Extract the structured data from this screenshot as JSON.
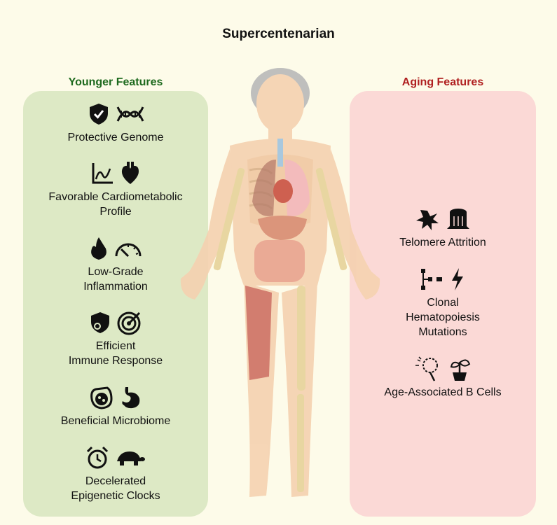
{
  "title": "Supercentenarian",
  "left_panel": {
    "heading": "Younger Features",
    "items": [
      {
        "label": "Protective Genome",
        "icons": [
          "shield-check-icon",
          "dna-icon"
        ]
      },
      {
        "label": "Favorable Cardiometabolic\nProfile",
        "icons": [
          "line-chart-icon",
          "heart-icon"
        ]
      },
      {
        "label": "Low-Grade\nInflammation",
        "icons": [
          "flame-icon",
          "gauge-icon"
        ]
      },
      {
        "label": "Efficient\nImmune Response",
        "icons": [
          "shield-virus-icon",
          "target-icon"
        ]
      },
      {
        "label": "Beneficial Microbiome",
        "icons": [
          "hand-microbe-icon",
          "stomach-icon"
        ]
      },
      {
        "label": "Decelerated\nEpigenetic Clocks",
        "icons": [
          "alarm-clock-icon",
          "turtle-icon"
        ]
      }
    ]
  },
  "right_panel": {
    "heading": "Aging Features",
    "items": [
      {
        "label": "Telomere Attrition",
        "icons": [
          "splat-icon",
          "tree-stump-icon"
        ]
      },
      {
        "label": "Clonal\nHematopoiesis\nMutations",
        "icons": [
          "hierarchy-icon",
          "lightning-icon"
        ]
      },
      {
        "label": "Age-Associated B Cells",
        "icons": [
          "dandelion-icon",
          "wilted-plant-icon"
        ]
      }
    ]
  },
  "colors": {
    "background": "#fdfbe9",
    "left_panel": "#dde9c5",
    "right_panel": "#fbd9d6",
    "left_heading": "#1e6a1e",
    "right_heading": "#b02020"
  }
}
